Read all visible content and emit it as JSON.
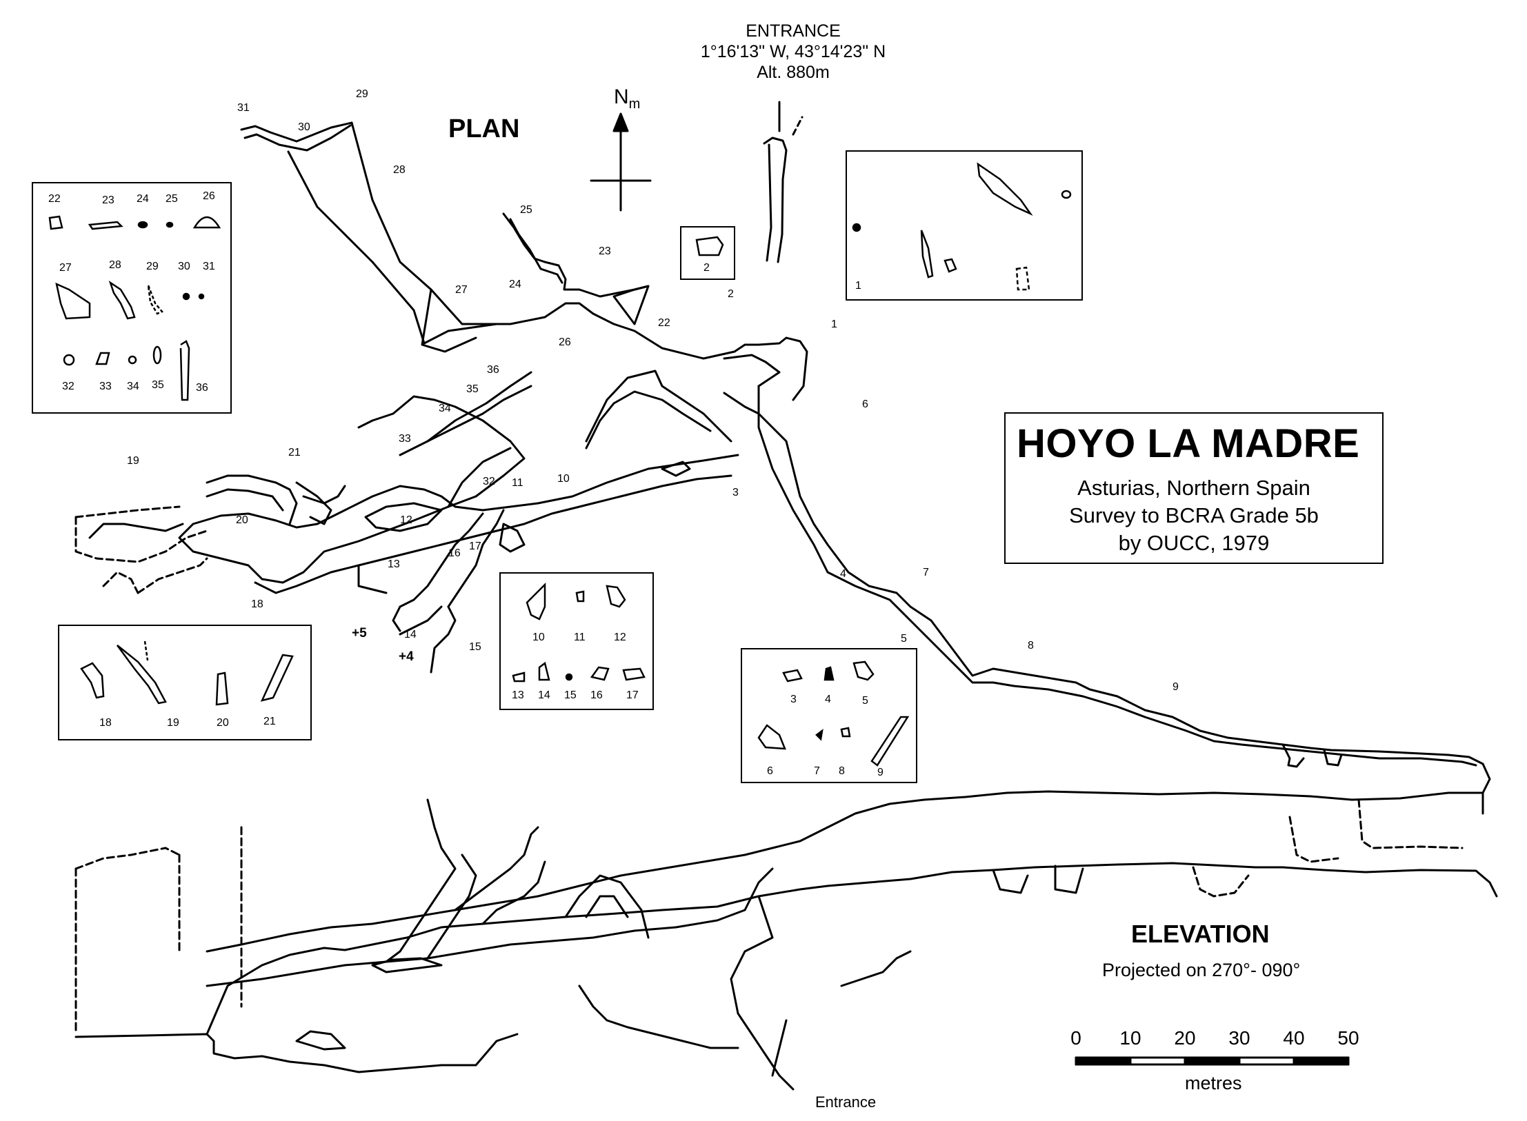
{
  "entrance": {
    "heading": "ENTRANCE",
    "coordinates": "1°16'13\" W, 43°14'23\" N",
    "altitude": "Alt. 880m"
  },
  "plan": {
    "title": "PLAN",
    "north_arrow": {
      "label": "N",
      "subscript": "m"
    }
  },
  "title_box": {
    "name": "HOYO LA MADRE",
    "region": "Asturias, Northern Spain",
    "survey": "Survey to BCRA Grade 5b",
    "credit": "by OUCC, 1979"
  },
  "elevation": {
    "title": "ELEVATION",
    "projection": "Projected on 270°- 090°",
    "entrance_label": "Entrance"
  },
  "scale_bar": {
    "ticks": [
      "0",
      "10",
      "20",
      "30",
      "40",
      "50"
    ],
    "unit": "metres"
  },
  "depth_marks": [
    "+5",
    "+4"
  ],
  "station_labels": [
    "1",
    "2",
    "3",
    "4",
    "5",
    "6",
    "7",
    "8",
    "9",
    "10",
    "11",
    "12",
    "13",
    "14",
    "15",
    "16",
    "17",
    "18",
    "19",
    "20",
    "21",
    "22",
    "23",
    "24",
    "25",
    "26",
    "27",
    "28",
    "29",
    "30",
    "31",
    "32",
    "33",
    "34",
    "35",
    "36"
  ],
  "inset_panels": {
    "sections_22_36": {
      "row1": [
        "22",
        "23",
        "24",
        "25",
        "26"
      ],
      "row2": [
        "27",
        "28",
        "29",
        "30",
        "31"
      ],
      "row3": [
        "32",
        "33",
        "34",
        "35",
        "36"
      ]
    },
    "section_2": [
      "2"
    ],
    "section_1": [
      "1"
    ],
    "sections_10_17": {
      "row1": [
        "10",
        "11",
        "12"
      ],
      "row2": [
        "13",
        "14",
        "15",
        "16",
        "17"
      ]
    },
    "sections_18_21": [
      "18",
      "19",
      "20",
      "21"
    ],
    "sections_3_9": {
      "row1": [
        "3",
        "4",
        "5"
      ],
      "row2": [
        "6",
        "7",
        "8",
        "9"
      ]
    }
  }
}
